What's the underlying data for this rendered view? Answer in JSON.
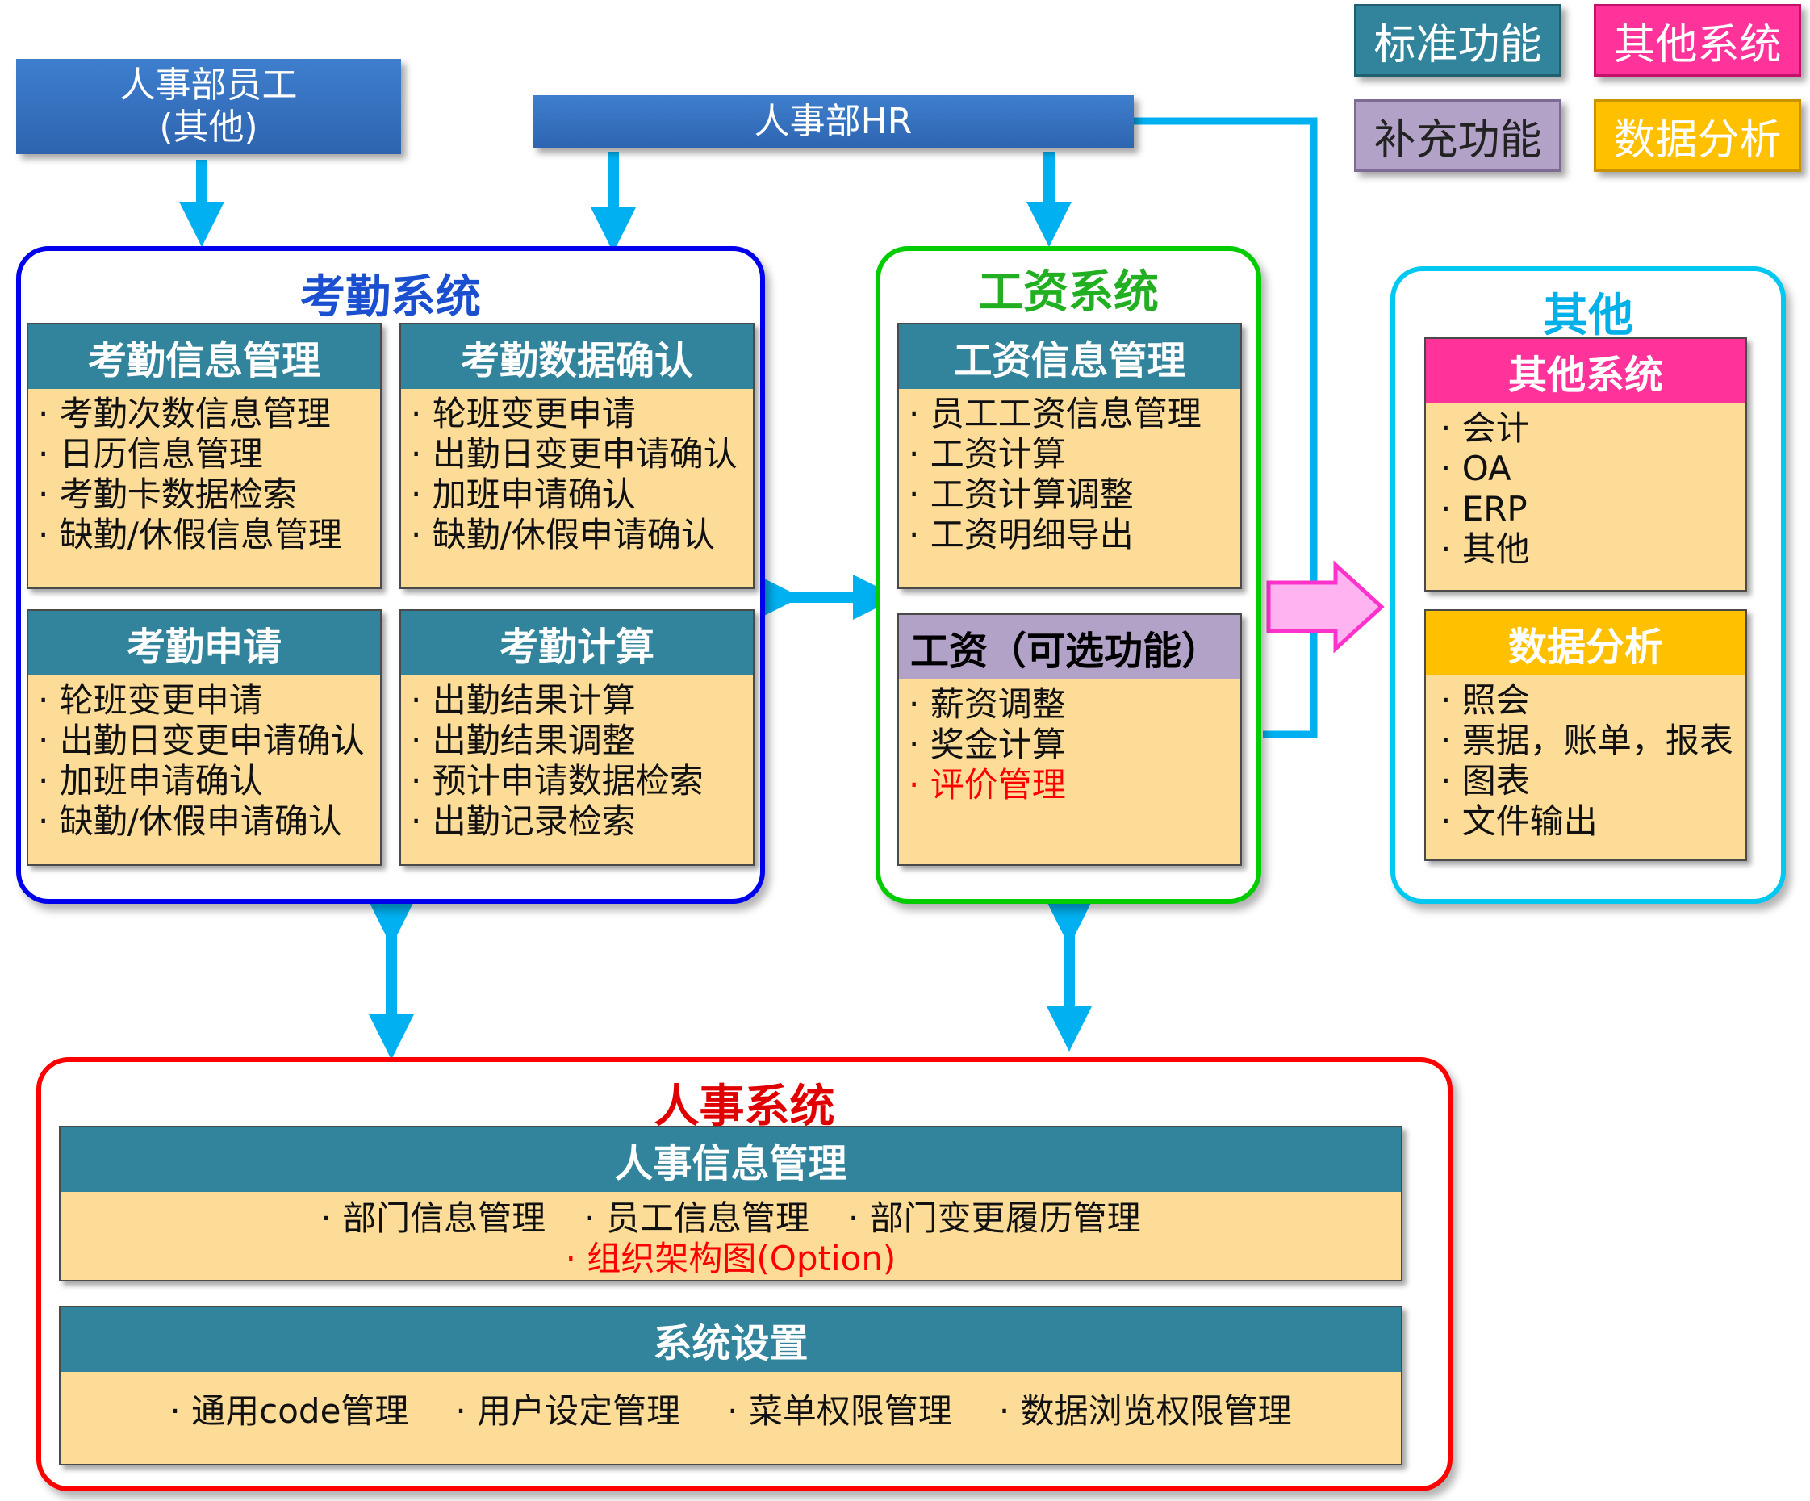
{
  "legend": {
    "standard": "标准功能",
    "other_system": "其他系统",
    "supplement": "补充功能",
    "data_analysis": "数据分析"
  },
  "actors": {
    "hr_staff_line1": "人事部员工",
    "hr_staff_line2": "(其他)",
    "hr": "人事部HR"
  },
  "attendance": {
    "title": "考勤系统",
    "modules": [
      {
        "title": "考勤信息管理",
        "items": [
          "考勤次数信息管理",
          "日历信息管理",
          "考勤卡数据检索",
          "缺勤/休假信息管理"
        ]
      },
      {
        "title": "考勤数据确认",
        "items": [
          "轮班变更申请",
          "出勤日变更申请确认",
          "加班申请确认",
          "缺勤/休假申请确认"
        ]
      },
      {
        "title": "考勤申请",
        "items": [
          "轮班变更申请",
          "出勤日变更申请确认",
          "加班申请确认",
          "缺勤/休假申请确认"
        ]
      },
      {
        "title": "考勤计算",
        "items": [
          "出勤结果计算",
          "出勤结果调整",
          "预计申请数据检索",
          "出勤记录检索"
        ]
      }
    ]
  },
  "salary": {
    "title": "工资系统",
    "info": {
      "title": "工资信息管理",
      "items": [
        "员工工资信息管理",
        "工资计算",
        "工资计算调整",
        "工资明细导出"
      ]
    },
    "optional": {
      "title": "工资（可选功能）",
      "items": [
        "薪资调整",
        "奖金计算",
        "评价管理"
      ]
    }
  },
  "other": {
    "title": "其他",
    "systems": {
      "title": "其他系统",
      "items": [
        "会计",
        "OA",
        "ERP",
        "其他"
      ]
    },
    "analysis": {
      "title": "数据分析",
      "items": [
        "照会",
        "票据，账单，报表",
        "图表",
        "文件输出"
      ]
    }
  },
  "hrsys": {
    "title": "人事系统",
    "info": {
      "title": "人事信息管理",
      "items": [
        "部门信息管理",
        "员工信息管理",
        "部门变更履历管理"
      ],
      "option_item": "组织架构图(Option)"
    },
    "settings": {
      "title": "系统设置",
      "items": [
        "通用code管理",
        "用户设定管理",
        "菜单权限管理",
        "数据浏览权限管理"
      ]
    }
  },
  "colors": {
    "teal": "#31849b",
    "pink": "#ff3399",
    "lavender": "#b3a2c7",
    "gold": "#ffc000",
    "module_bg": "#fcdc97",
    "arrow": "#00b0f0",
    "attendance_frame": "#0000ee",
    "salary_frame": "#00cc00",
    "other_frame": "#00c8f0",
    "hr_frame": "#ff0000"
  }
}
